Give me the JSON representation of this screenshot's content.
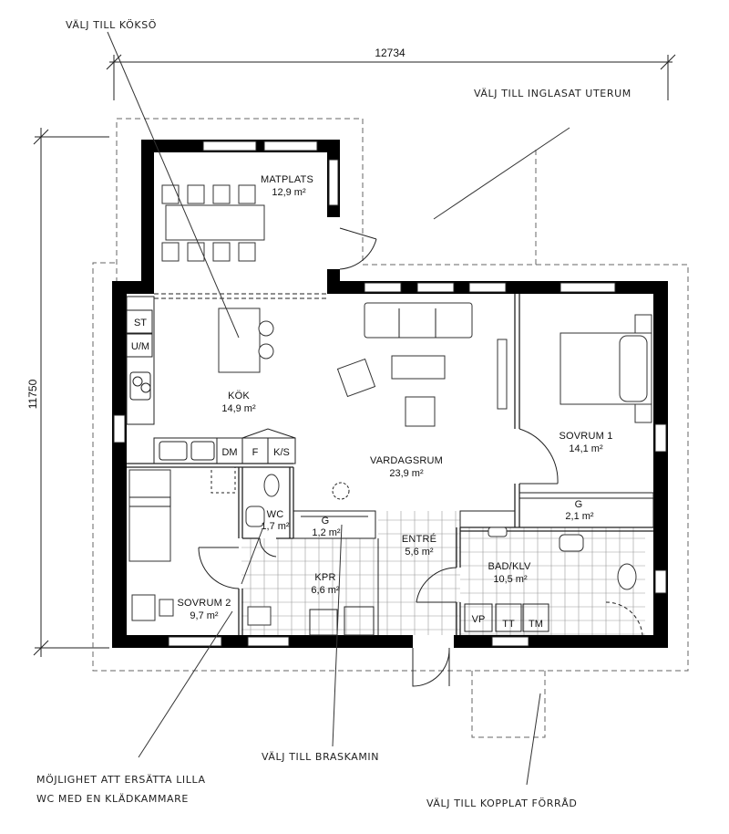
{
  "dimensions": {
    "width": "12734",
    "height": "11750"
  },
  "rooms": {
    "matplats": {
      "name": "MATPLATS",
      "area": "12,9 m²"
    },
    "kok": {
      "name": "KÖK",
      "area": "14,9 m²"
    },
    "vardagsrum": {
      "name": "VARDAGSRUM",
      "area": "23,9 m²"
    },
    "sovrum1": {
      "name": "SOVRUM 1",
      "area": "14,1 m²"
    },
    "g_sovrum1": {
      "name": "G",
      "area": "2,1 m²"
    },
    "wc": {
      "name": "WC",
      "area": "1,7 m²"
    },
    "g_hall": {
      "name": "G",
      "area": "1,2 m²"
    },
    "entre": {
      "name": "ENTRÉ",
      "area": "5,6 m²"
    },
    "bad_klv": {
      "name": "BAD/KLV",
      "area": "10,5 m²"
    },
    "kpr": {
      "name": "KPR",
      "area": "6,6 m²"
    },
    "sovrum2": {
      "name": "SOVRUM 2",
      "area": "9,7 m²"
    }
  },
  "fixtures": {
    "st": "ST",
    "um": "U/M",
    "dm": "DM",
    "f": "F",
    "ks": "K/S",
    "vp": "VP",
    "tt": "TT",
    "tm": "TM"
  },
  "annotations": {
    "koksö": "VÄLJ TILL KÖKSÖ",
    "uterum": "VÄLJ TILL INGLASAT UTERUM",
    "braskamin": "VÄLJ TILL BRASKAMIN",
    "wc_option_line1": "MÖJLIGHET ATT ERSÄTTA LILLA",
    "wc_option_line2": "WC MED EN KLÄDKAMMARE",
    "forrad": "VÄLJ TILL KOPPLAT FÖRRÅD"
  }
}
